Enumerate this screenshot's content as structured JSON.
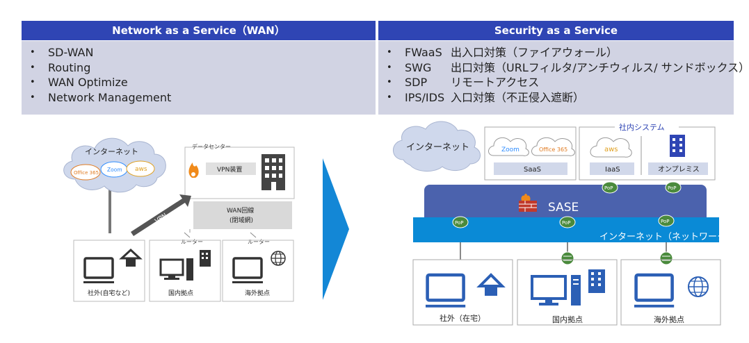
{
  "header_left": "Network as a Service（WAN）",
  "header_right": "Security as a Service",
  "wan_items": [
    "SD-WAN",
    "Routing",
    "WAN Optimize",
    "Network Management"
  ],
  "sec_items": [
    {
      "name": "FWaaS",
      "desc": "出入口対策（ファイアウォール）"
    },
    {
      "name": "SWG",
      "desc": "出口対策（URLフィルタ/アンチウィルス/ サンドボックス）"
    },
    {
      "name": "SDP",
      "desc": "リモートアクセス"
    },
    {
      "name": "IPS/IDS",
      "desc": "入口対策（不正侵入遮断）"
    }
  ],
  "left_diagram": {
    "cloud_label": "インターネット",
    "cloud_services": [
      "Office 365",
      "Zoom",
      "aws"
    ],
    "datacenter_label": "データセンター",
    "vpn_device": "VPN装置",
    "vpn_tunnel": "VPN",
    "wan_line": "WAN回線",
    "wan_line_sub": "(閉域網)",
    "router_label_1": "ルーター",
    "router_label_2": "ルーター",
    "site_home": "社外(自宅など)",
    "site_domestic": "国内拠点",
    "site_overseas": "海外拠点"
  },
  "right_diagram": {
    "internet": "インターネット",
    "saas_zoom": "Zoom",
    "saas_office": "Office 365",
    "saas_label": "SaaS",
    "internal_system": "社内システム",
    "iaas_aws": "aws",
    "iaas_label": "IaaS",
    "onprem_label": "オンプレミス",
    "sase_label": "SASE",
    "pop": "PoP",
    "internet_network": "インターネット（ネットワーク）",
    "site_home": "社外（在宅）",
    "site_domestic": "国内拠点",
    "site_overseas": "海外拠点"
  },
  "colors": {
    "header": "#2f45b4",
    "panel": "#d1d3e3",
    "sase": "#4b62ad",
    "internet_bar": "#0a8ad6",
    "pop": "#4a8a3c",
    "arrow": "#1387d6",
    "icon_blue": "#2b5fb5"
  }
}
